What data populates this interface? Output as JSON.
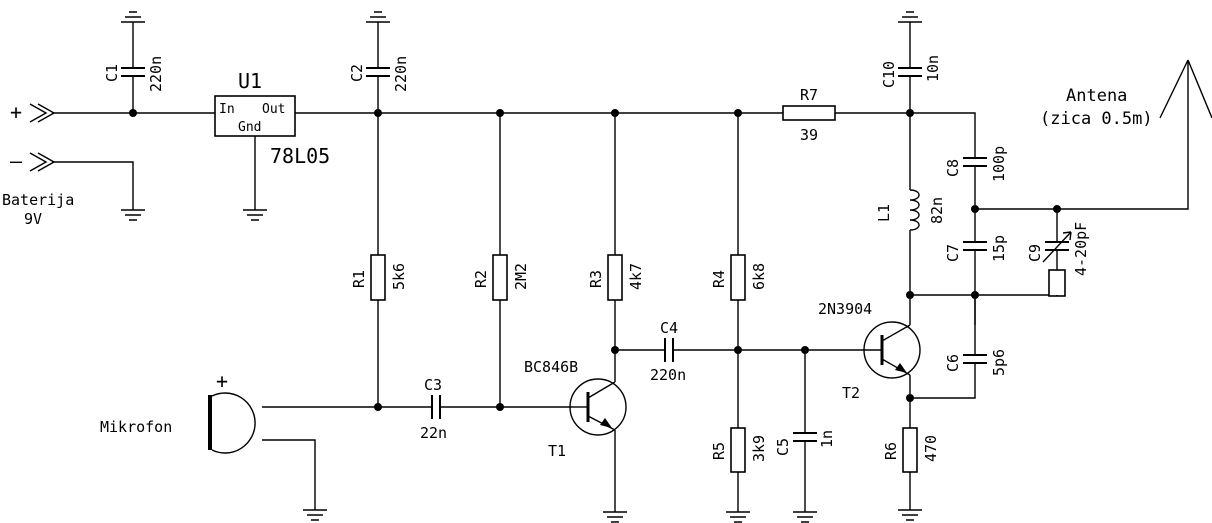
{
  "labels": {
    "plus": "+",
    "minus": "–",
    "battery_line1": "Baterija",
    "battery_line2": "9V",
    "mic_plus": "+",
    "mic_label": "Mikrofon",
    "antenna_line1": "Antena",
    "antenna_line2": "(zica 0.5m)"
  },
  "parts": {
    "U1": {
      "ref": "U1",
      "value": "78L05",
      "pin_in": "In",
      "pin_out": "Out",
      "pin_gnd": "Gnd"
    },
    "C1": {
      "ref": "C1",
      "value": "220n"
    },
    "C2": {
      "ref": "C2",
      "value": "220n"
    },
    "C3": {
      "ref": "C3",
      "value": "22n"
    },
    "C4": {
      "ref": "C4",
      "value": "220n"
    },
    "C5": {
      "ref": "C5",
      "value": "1n"
    },
    "C6": {
      "ref": "C6",
      "value": "5p6"
    },
    "C7": {
      "ref": "C7",
      "value": "15p"
    },
    "C8": {
      "ref": "C8",
      "value": "100p"
    },
    "C9": {
      "ref": "C9",
      "value": "4-20pF"
    },
    "C10": {
      "ref": "C10",
      "value": "10n"
    },
    "R1": {
      "ref": "R1",
      "value": "5k6"
    },
    "R2": {
      "ref": "R2",
      "value": "2M2"
    },
    "R3": {
      "ref": "R3",
      "value": "4k7"
    },
    "R4": {
      "ref": "R4",
      "value": "6k8"
    },
    "R5": {
      "ref": "R5",
      "value": "3k9"
    },
    "R6": {
      "ref": "R6",
      "value": "470"
    },
    "R7": {
      "ref": "R7",
      "value": "39"
    },
    "L1": {
      "ref": "L1",
      "value": "82n"
    },
    "T1": {
      "ref": "T1",
      "value": "BC846B"
    },
    "T2": {
      "ref": "T2",
      "value": "2N3904"
    }
  }
}
